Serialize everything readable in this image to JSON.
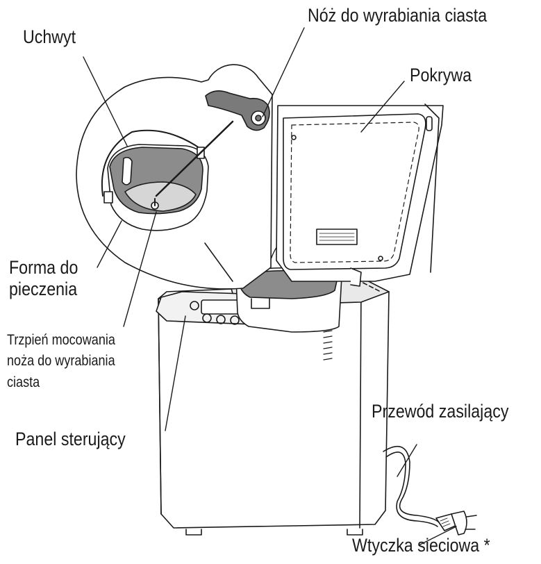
{
  "labels": {
    "handle": "Uchwyt",
    "kneading_blade": "Nóż do wyrabiania ciasta",
    "lid": "Pokrywa",
    "bread_pan_line1": "Forma do",
    "bread_pan_line2": "pieczenia",
    "shaft_line1": "Trzpień mocowania",
    "shaft_line2": "noża do wyrabiania",
    "shaft_line3": "ciasta",
    "control_panel": "Panel sterujący",
    "power_cord": "Przewód zasilający",
    "power_plug": "Wtyczka sieciowa *"
  },
  "colors": {
    "line": "#1a1a1a",
    "pan_inner": "#8c8c8c",
    "blade": "#7a7a7a",
    "body": "#ffffff",
    "panel": "#f2f2f2"
  }
}
